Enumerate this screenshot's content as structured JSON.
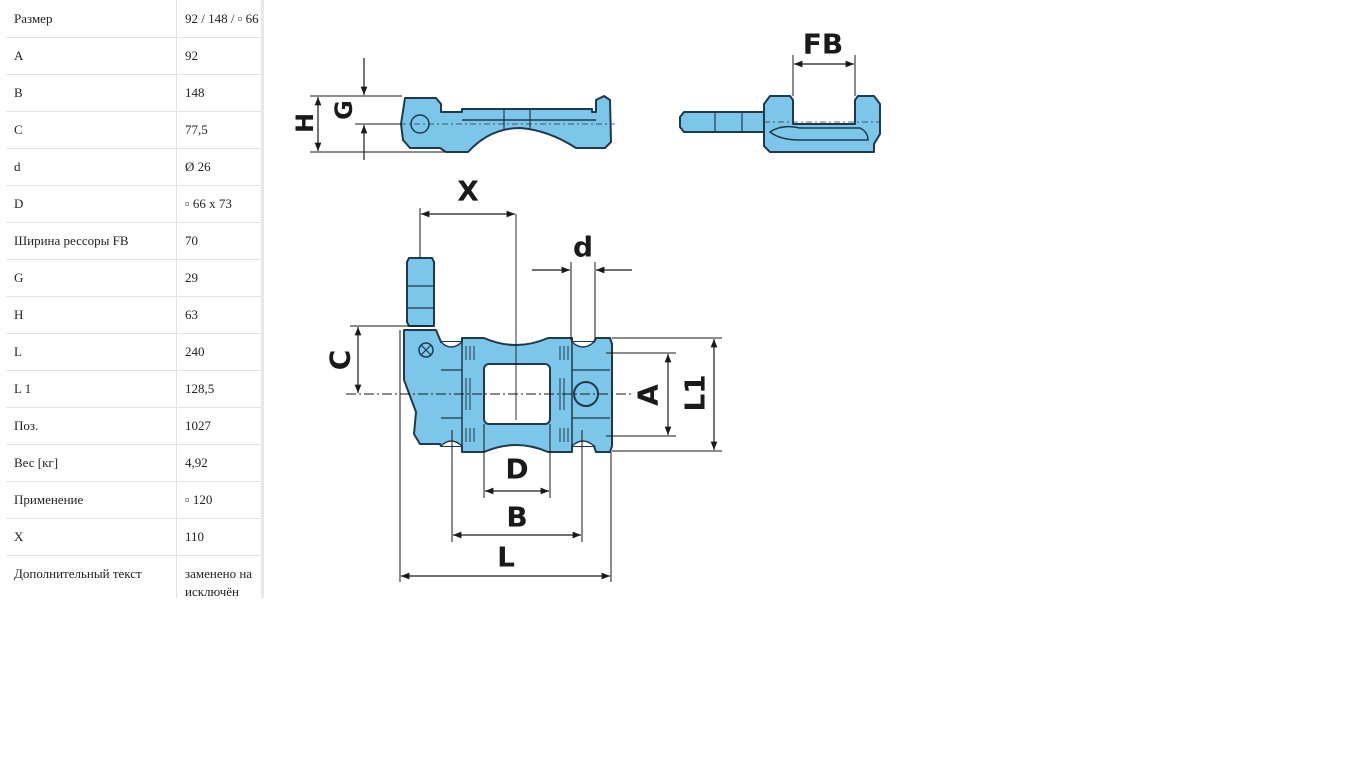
{
  "specs": [
    {
      "key": "Размер",
      "value": "92 / 148 / ▫ 66"
    },
    {
      "key": "A",
      "value": "92"
    },
    {
      "key": "B",
      "value": "148"
    },
    {
      "key": "C",
      "value": "77,5"
    },
    {
      "key": "d",
      "value": "Ø 26"
    },
    {
      "key": "D",
      "value": "▫ 66 x 73"
    },
    {
      "key": "Ширина рессоры FB",
      "value": "70"
    },
    {
      "key": "G",
      "value": "29"
    },
    {
      "key": "H",
      "value": "63"
    },
    {
      "key": "L",
      "value": "240"
    },
    {
      "key": "L 1",
      "value": "128,5"
    },
    {
      "key": "Поз.",
      "value": "1027"
    },
    {
      "key": "Вес [кг]",
      "value": "4,92"
    },
    {
      "key": "Применение",
      "value": "▫ 120"
    },
    {
      "key": "X",
      "value": "110"
    },
    {
      "key": "Дополнительный текст",
      "value_lines": [
        "заменено на",
        "исключён"
      ]
    }
  ],
  "drawing": {
    "labels": {
      "H": "H",
      "G": "G",
      "FB": "FB",
      "X": "X",
      "d": "d",
      "C": "C",
      "A": "A",
      "L1": "L1",
      "D": "D",
      "B": "B",
      "L": "L"
    },
    "colors": {
      "part_fill": "#7cc6ea",
      "outline": "#1e3a4c",
      "dim_line": "#1a1a1a"
    }
  }
}
